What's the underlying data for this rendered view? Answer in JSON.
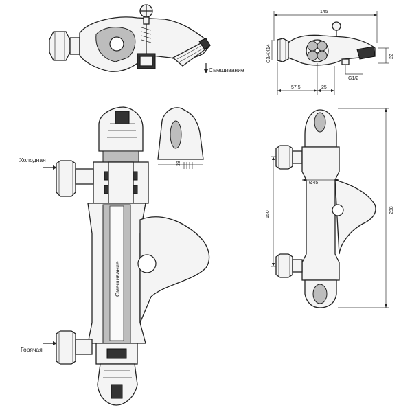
{
  "labels": {
    "mixing_top": "Смешивание",
    "cold": "Холодная",
    "hot": "Горячая",
    "mixing_vertical": "Смешивание"
  },
  "dimensions": {
    "overall_width": "145",
    "thread_left": "G3/4X14",
    "spout_height": "22",
    "outlet_thread": "G1/2",
    "offset": "57.5",
    "spout_offset": "25",
    "handle_width": "38",
    "inlet_diameter": "Ø45",
    "center_distance": "150",
    "overall_height": "288"
  }
}
